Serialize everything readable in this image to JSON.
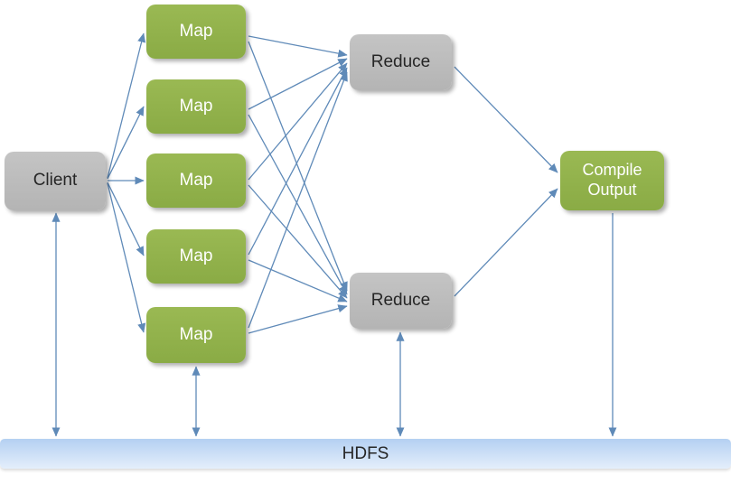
{
  "diagram": {
    "nodes": {
      "client": {
        "label": "Client",
        "style": "gray"
      },
      "map1": {
        "label": "Map",
        "style": "green"
      },
      "map2": {
        "label": "Map",
        "style": "green"
      },
      "map3": {
        "label": "Map",
        "style": "green"
      },
      "map4": {
        "label": "Map",
        "style": "green"
      },
      "map5": {
        "label": "Map",
        "style": "green"
      },
      "reduce_top": {
        "label": "Reduce",
        "style": "gray"
      },
      "reduce_bottom": {
        "label": "Reduce",
        "style": "gray"
      },
      "compile_output": {
        "label": "Compile Output",
        "style": "green"
      },
      "hdfs": {
        "label": "HDFS",
        "style": "blue-bar"
      }
    },
    "colors": {
      "green_node": "#9ab953",
      "green_node_dark": "#8aab45",
      "gray_node": "#c4c4c4",
      "gray_node_dark": "#b4b4b4",
      "arrow": "#5f8ab8",
      "hdfs_top": "#b4d0f2",
      "hdfs_bottom": "#e4eefb",
      "node_text_light": "#ffffff",
      "node_text_dark": "#262626"
    }
  }
}
